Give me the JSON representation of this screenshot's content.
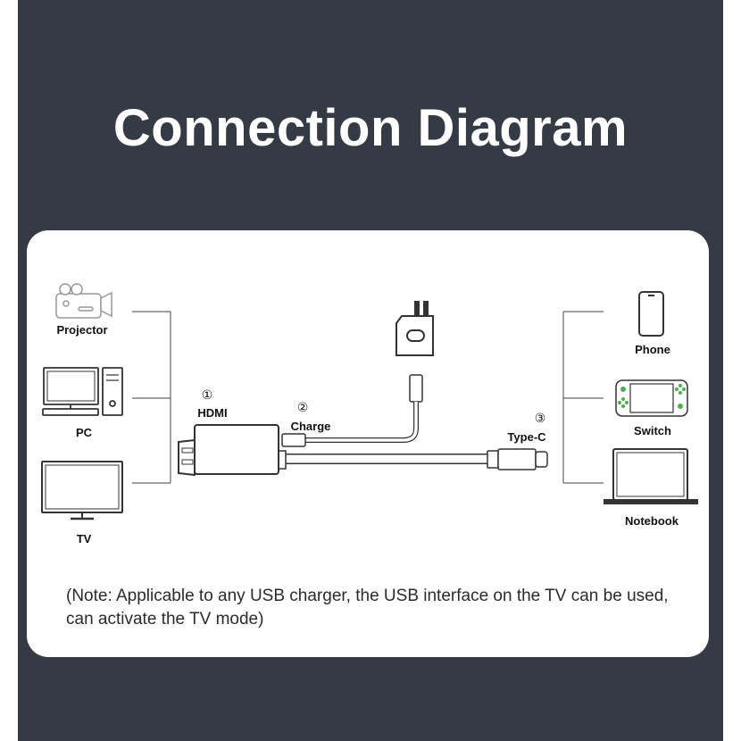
{
  "title": "Connection Diagram",
  "devices_left": {
    "projector": "Projector",
    "pc": "PC",
    "tv": "TV"
  },
  "devices_right": {
    "phone": "Phone",
    "switch": "Switch",
    "notebook": "Notebook"
  },
  "ports": {
    "hdmi": {
      "number": "①",
      "label": "HDMI"
    },
    "charge": {
      "number": "②",
      "label": "Charge"
    },
    "typec": {
      "number": "③",
      "label": "Type-C"
    }
  },
  "note": "(Note: Applicable to any USB charger, the USB interface on the TV can be used, can activate the TV mode)",
  "colors": {
    "background": "#353b45",
    "card": "#ffffff",
    "line": "#555555",
    "switch_accent": "#4caf50"
  }
}
